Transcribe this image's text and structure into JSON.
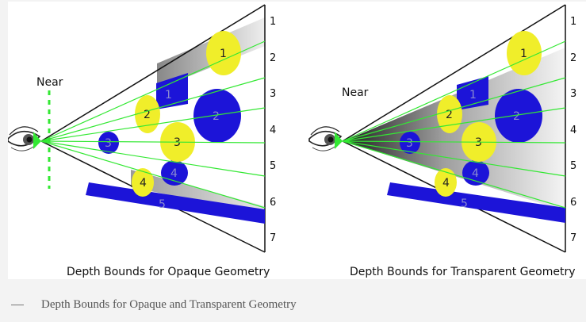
{
  "panels": [
    {
      "caption": "Depth Bounds for Opaque Geometry",
      "near_label": "Near",
      "ray_labels": [
        "1",
        "2",
        "3",
        "4",
        "5",
        "6",
        "7"
      ],
      "yellow_labels": [
        "1",
        "2",
        "3",
        "4"
      ],
      "blue_labels": [
        "1",
        "2",
        "3",
        "4",
        "5"
      ],
      "mode": "opaque"
    },
    {
      "caption": "Depth Bounds for Transparent Geometry",
      "near_label": "Near",
      "ray_labels": [
        "1",
        "2",
        "3",
        "4",
        "5",
        "6",
        "7"
      ],
      "yellow_labels": [
        "1",
        "2",
        "3",
        "4"
      ],
      "blue_labels": [
        "1",
        "2",
        "3",
        "4",
        "5"
      ],
      "mode": "transparent"
    }
  ],
  "figure_caption": "Depth Bounds for Opaque and Transparent Geometry",
  "colors": {
    "yellow": "#f0ee2a",
    "blue": "#1c14d8",
    "ray_green": "#33e833",
    "near_dash": "#33e833",
    "frustum_line": "#111111"
  }
}
